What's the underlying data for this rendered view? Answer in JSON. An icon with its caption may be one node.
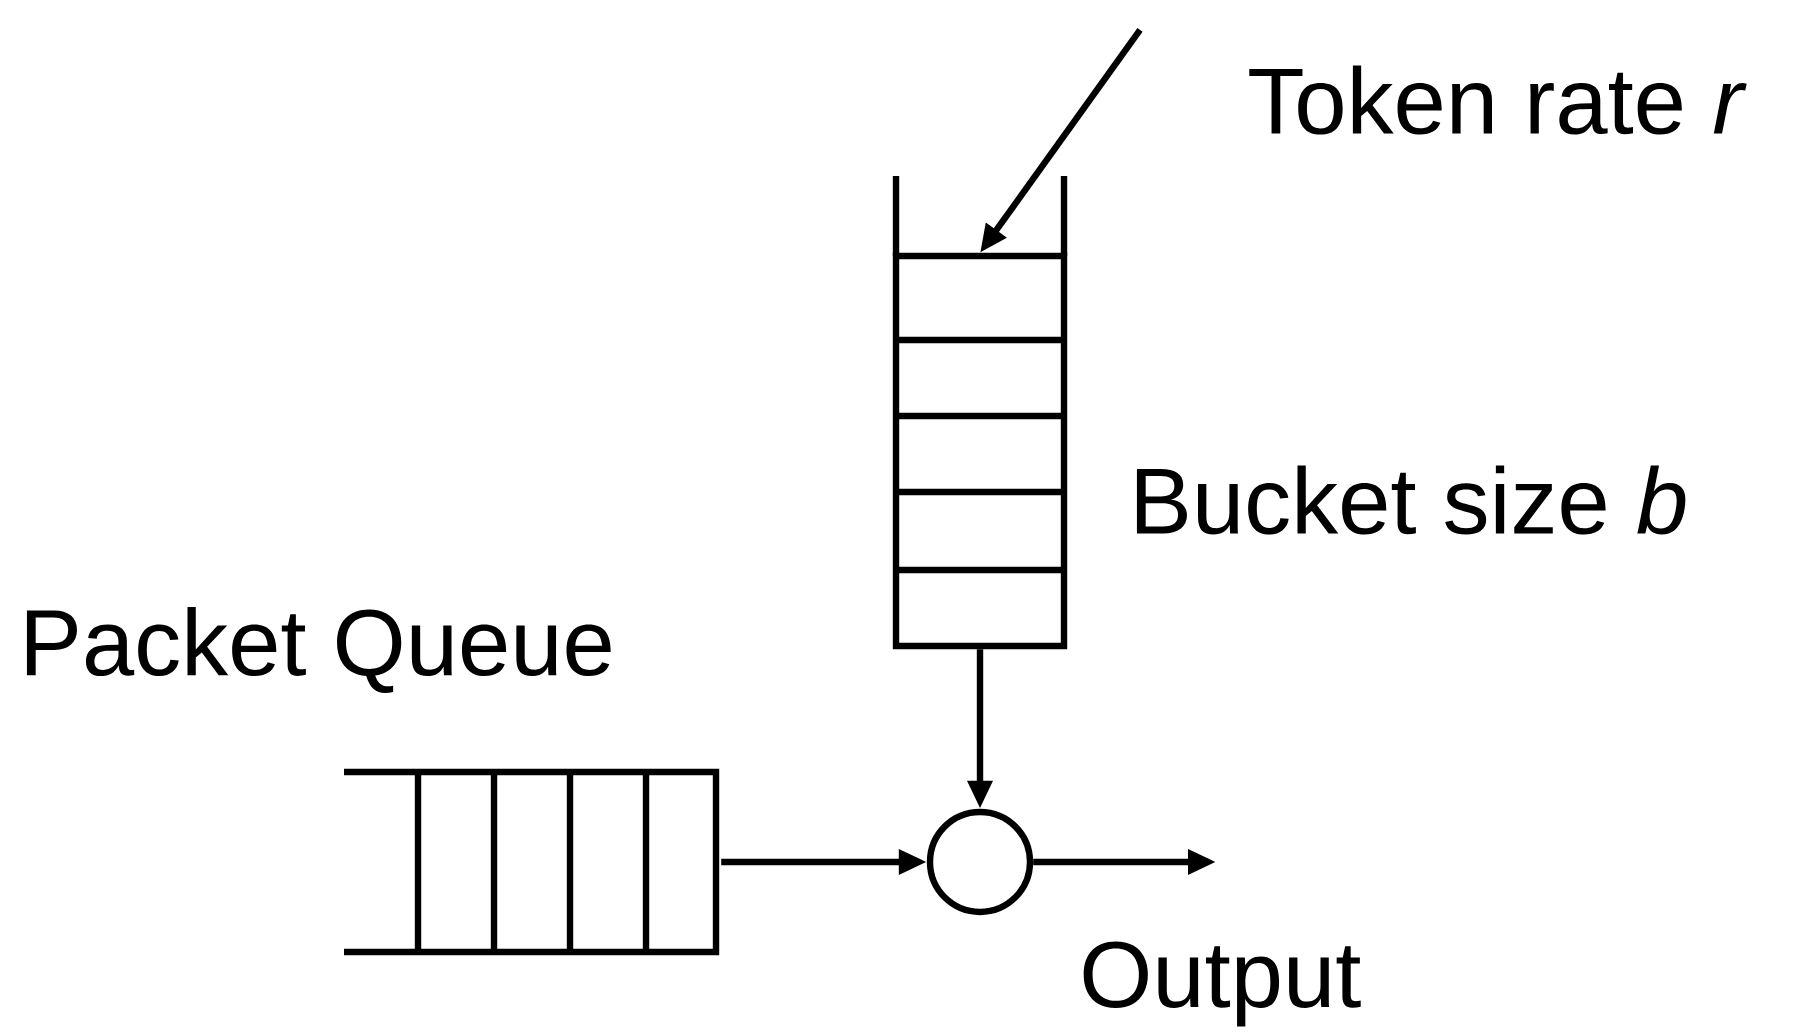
{
  "diagram": {
    "nodes": [
      {
        "text": [],
        "shape": "box",
        "beside": [
          "Bucket size *b*"
        ]
      },
      {
        "text": [],
        "shape": "box",
        "beside": [
          "Packet Queue"
        ]
      },
      {
        "text": [],
        "shape": "circle"
      }
    ],
    "edges": [
      {
        "from": null,
        "to": 0,
        "arrow": "to",
        "label": "Token rate *r*"
      },
      {
        "from": 0,
        "to": 2,
        "arrow": "to"
      },
      {
        "from": 1,
        "to": 2,
        "arrow": "to"
      },
      {
        "from": 2,
        "to": null,
        "arrow": "to",
        "label": "Output"
      }
    ]
  }
}
